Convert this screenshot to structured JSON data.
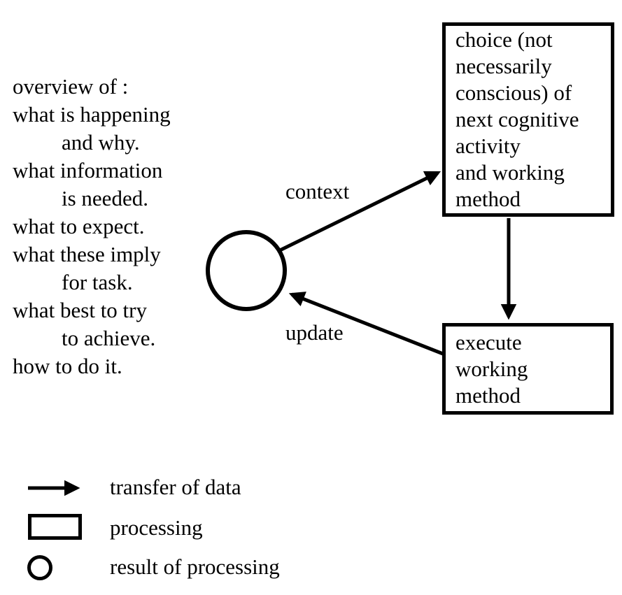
{
  "diagram": {
    "overview": {
      "lines": [
        "overview of :",
        "what is happening",
        "and why.",
        "what information",
        "is needed.",
        "what to expect.",
        "what these imply",
        "for task.",
        "what best to try",
        "to achieve.",
        "how to do it."
      ]
    },
    "nodes": {
      "choice": "choice (not\nnecessarily\nconscious) of\nnext cognitive\nactivity\nand working\nmethod",
      "execute": "execute\nworking\nmethod"
    },
    "edges": {
      "context_label": "context",
      "update_label": "update"
    }
  },
  "legend": {
    "items": [
      {
        "symbol": "arrow-icon",
        "label": "transfer of data"
      },
      {
        "symbol": "rectangle-icon",
        "label": "processing"
      },
      {
        "symbol": "circle-icon",
        "label": "result of processing"
      }
    ]
  },
  "colors": {
    "ink": "#000000",
    "background": "#ffffff"
  }
}
